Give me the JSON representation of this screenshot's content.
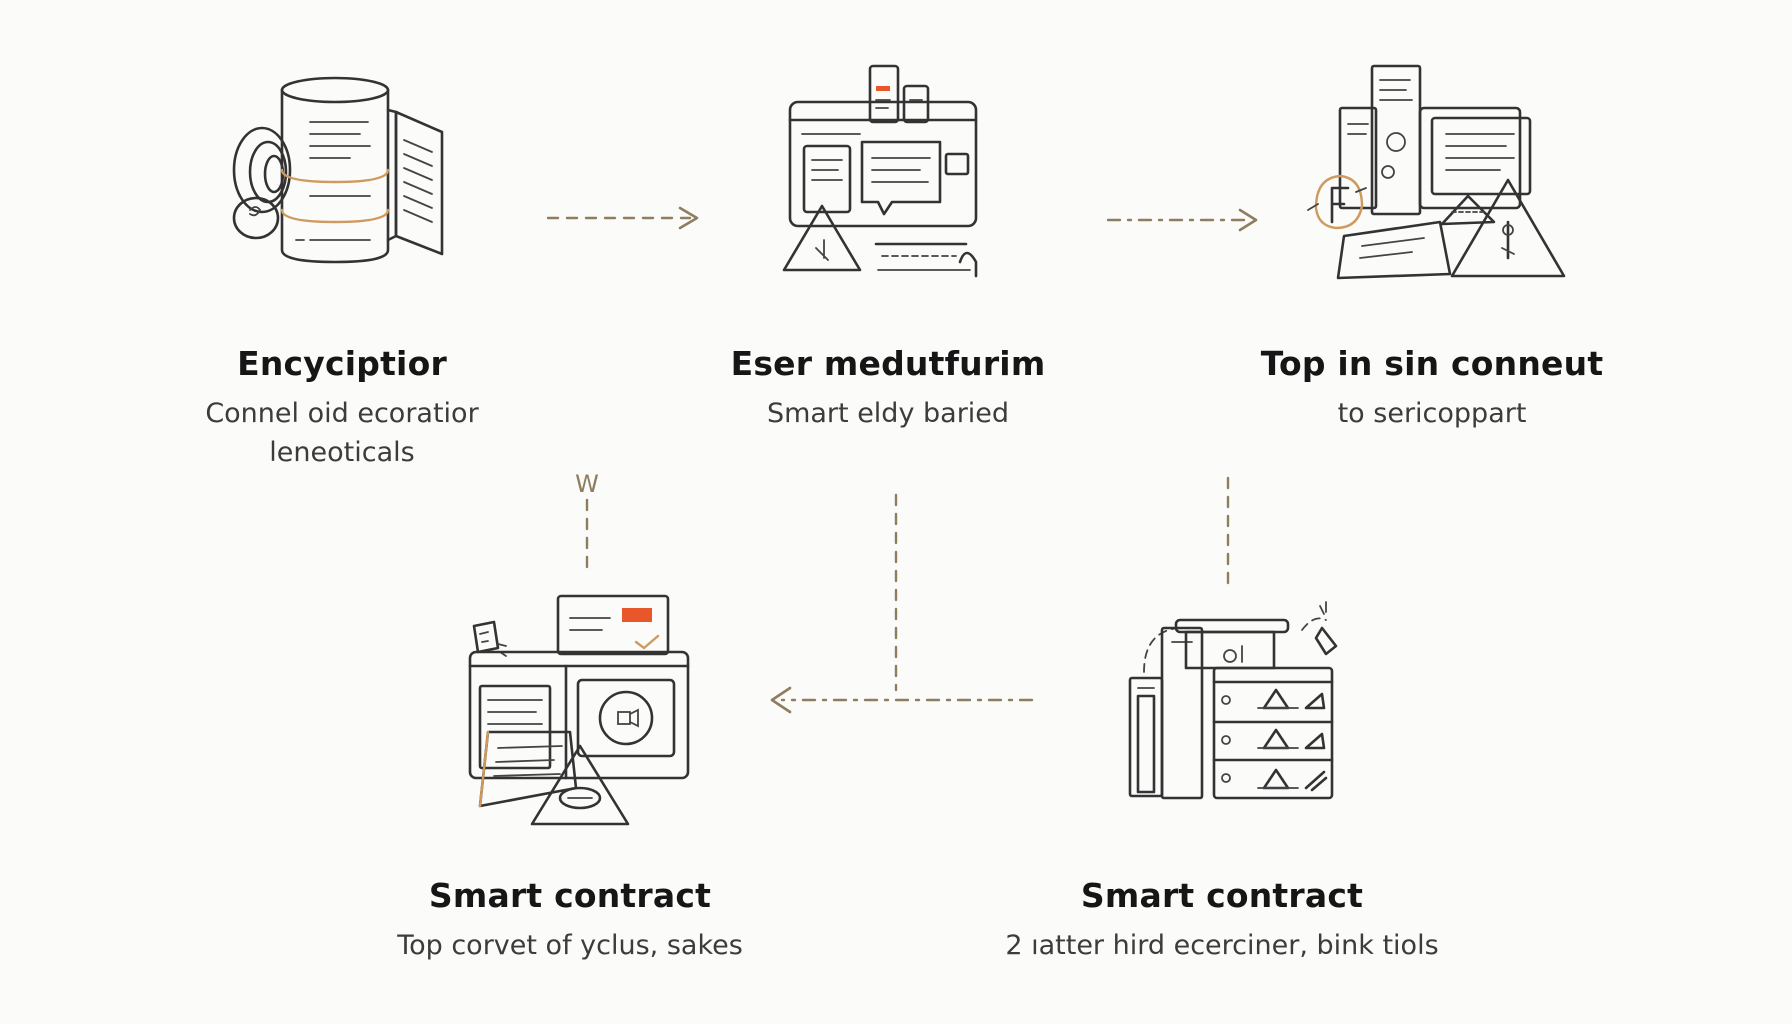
{
  "nodes": [
    {
      "title": "Encyciptior",
      "subtitle_lines": [
        "Connel oid ecoratior",
        "leneoticals"
      ],
      "icon": "database-document-icon"
    },
    {
      "title": "Eser medutfurim",
      "subtitle_lines": [
        "Smart eldy bаried"
      ],
      "icon": "monitor-dashboard-icon"
    },
    {
      "title": "Top in sin conneut",
      "subtitle_lines": [
        "to sericoppart"
      ],
      "icon": "documents-warning-icon"
    },
    {
      "title": "Smart contract",
      "subtitle_lines": [
        "Top corvet of yclus, sakes"
      ],
      "icon": "contract-panel-icon"
    },
    {
      "title": "Smart contract",
      "subtitle_lines": [
        "2 ıatter hird ecerciner, bink tiols"
      ],
      "icon": "server-rack-icon"
    }
  ],
  "connector_label": "W",
  "colors": {
    "line": "#333333",
    "accent_orange": "#e8572a",
    "accent_tan": "#cf9a5e",
    "connector": "#8f7e5e"
  }
}
